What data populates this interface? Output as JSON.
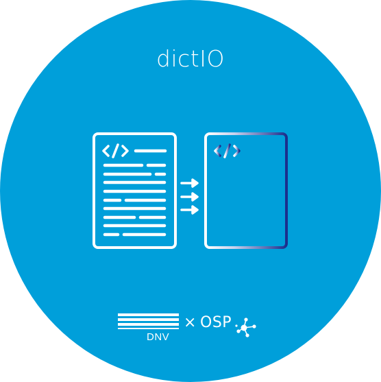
{
  "app": {
    "title": "dictIO"
  },
  "footer": {
    "dnv_label": "DNV",
    "times_symbol": "×",
    "osp_label": "OSP"
  },
  "colors": {
    "background": "#009fda",
    "foreground": "#ffffff",
    "gradient_dark": "#1b2f8c"
  },
  "icons": {
    "source_document": "source-document-icon",
    "target_document": "target-document-icon",
    "conversion_arrows": "arrows-icon",
    "code_tag": "code-tag-icon",
    "dnv_logo": "dnv-logo-icon",
    "osp_logo": "osp-network-icon"
  }
}
